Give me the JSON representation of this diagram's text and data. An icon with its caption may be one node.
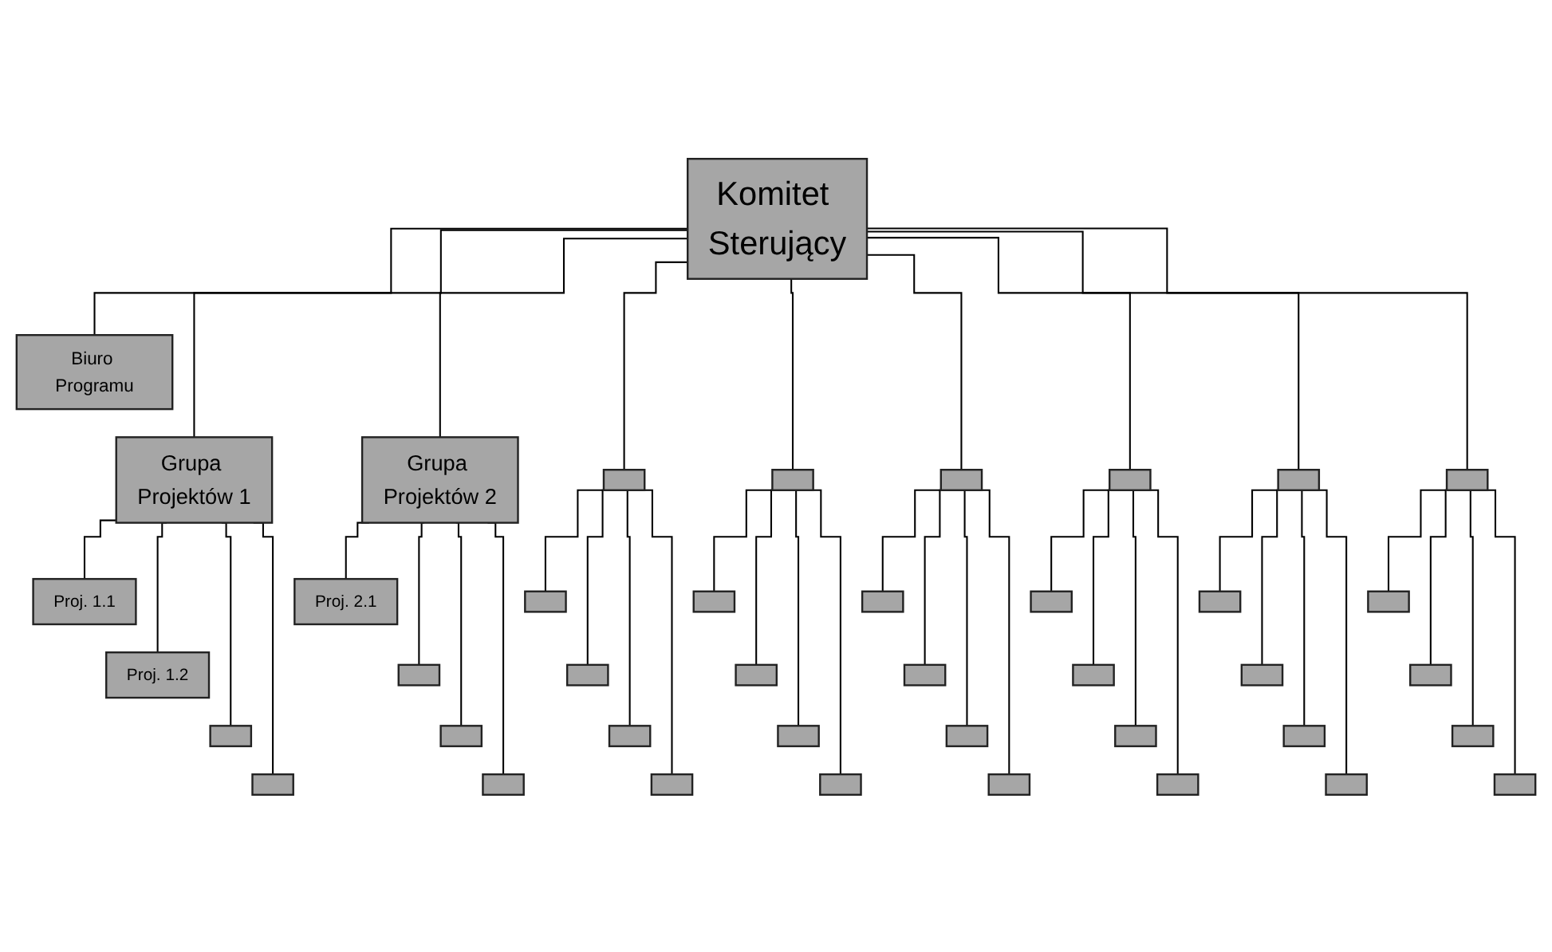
{
  "diagram": {
    "nodes": [
      {
        "text": [
          "Komitet Sterujący"
        ]
      },
      {
        "text": [
          "Biuro Programu"
        ]
      },
      {
        "text": [
          "Grupa Projektów 1"
        ]
      },
      {
        "text": [
          "Grupa Projektów 2"
        ]
      },
      {
        "text": [],
        "shape": "box"
      },
      {
        "text": [],
        "shape": "box"
      },
      {
        "text": [],
        "shape": "box"
      },
      {
        "text": [],
        "shape": "box"
      },
      {
        "text": [],
        "shape": "box"
      },
      {
        "text": [],
        "shape": "box"
      },
      {
        "text": [
          "Proj. 1.1"
        ]
      },
      {
        "text": [
          "Proj. 2.1"
        ]
      },
      {
        "text": [],
        "shape": "box"
      },
      {
        "text": [],
        "shape": "box"
      },
      {
        "text": [],
        "shape": "box"
      },
      {
        "text": [],
        "shape": "box"
      },
      {
        "text": [],
        "shape": "box"
      },
      {
        "text": [],
        "shape": "box"
      },
      {
        "text": [
          "Proj. 1.2"
        ]
      },
      {
        "text": [],
        "shape": "box"
      },
      {
        "text": [],
        "shape": "box"
      },
      {
        "text": [],
        "shape": "box"
      },
      {
        "text": [],
        "shape": "box"
      },
      {
        "text": [],
        "shape": "box"
      },
      {
        "text": [],
        "shape": "box"
      },
      {
        "text": [],
        "shape": "box"
      },
      {
        "text": [],
        "shape": "box"
      },
      {
        "text": [],
        "shape": "box"
      },
      {
        "text": [],
        "shape": "box"
      },
      {
        "text": [],
        "shape": "box"
      },
      {
        "text": [],
        "shape": "box"
      },
      {
        "text": [],
        "shape": "box"
      },
      {
        "text": [],
        "shape": "box"
      },
      {
        "text": [],
        "shape": "box"
      },
      {
        "text": [],
        "shape": "box"
      },
      {
        "text": [],
        "shape": "box"
      },
      {
        "text": [],
        "shape": "box"
      },
      {
        "text": [],
        "shape": "box"
      },
      {
        "text": [],
        "shape": "box"
      },
      {
        "text": [],
        "shape": "box"
      },
      {
        "text": [],
        "shape": "box"
      },
      {
        "text": [],
        "shape": "box"
      }
    ],
    "edges": [
      {
        "from": 0,
        "to": 1,
        "arrow": "none"
      },
      {
        "from": 0,
        "to": 2,
        "arrow": "none"
      },
      {
        "from": 0,
        "to": 3,
        "arrow": "none"
      },
      {
        "from": 0,
        "to": 4,
        "arrow": "none"
      },
      {
        "from": 0,
        "to": 5,
        "arrow": "none"
      },
      {
        "from": 0,
        "to": 6,
        "arrow": "none"
      },
      {
        "from": 0,
        "to": 7,
        "arrow": "none"
      },
      {
        "from": 0,
        "to": 8,
        "arrow": "none"
      },
      {
        "from": 0,
        "to": 9,
        "arrow": "none"
      },
      {
        "from": 2,
        "to": 10,
        "arrow": "none"
      },
      {
        "from": 2,
        "to": 18,
        "arrow": "none"
      },
      {
        "from": 2,
        "to": 26,
        "arrow": "none"
      },
      {
        "from": 2,
        "to": 34,
        "arrow": "none"
      },
      {
        "from": 3,
        "to": 11,
        "arrow": "none"
      },
      {
        "from": 3,
        "to": 19,
        "arrow": "none"
      },
      {
        "from": 3,
        "to": 27,
        "arrow": "none"
      },
      {
        "from": 3,
        "to": 35,
        "arrow": "none"
      },
      {
        "from": 4,
        "to": 12,
        "arrow": "none"
      },
      {
        "from": 4,
        "to": 20,
        "arrow": "none"
      },
      {
        "from": 4,
        "to": 28,
        "arrow": "none"
      },
      {
        "from": 4,
        "to": 36,
        "arrow": "none"
      },
      {
        "from": 5,
        "to": 13,
        "arrow": "none"
      },
      {
        "from": 5,
        "to": 21,
        "arrow": "none"
      },
      {
        "from": 5,
        "to": 29,
        "arrow": "none"
      },
      {
        "from": 5,
        "to": 37,
        "arrow": "none"
      },
      {
        "from": 6,
        "to": 14,
        "arrow": "none"
      },
      {
        "from": 6,
        "to": 22,
        "arrow": "none"
      },
      {
        "from": 6,
        "to": 30,
        "arrow": "none"
      },
      {
        "from": 6,
        "to": 38,
        "arrow": "none"
      },
      {
        "from": 7,
        "to": 15,
        "arrow": "none"
      },
      {
        "from": 7,
        "to": 23,
        "arrow": "none"
      },
      {
        "from": 7,
        "to": 31,
        "arrow": "none"
      },
      {
        "from": 7,
        "to": 39,
        "arrow": "none"
      },
      {
        "from": 8,
        "to": 16,
        "arrow": "none"
      },
      {
        "from": 8,
        "to": 24,
        "arrow": "none"
      },
      {
        "from": 8,
        "to": 32,
        "arrow": "none"
      },
      {
        "from": 8,
        "to": 40,
        "arrow": "none"
      },
      {
        "from": 9,
        "to": 17,
        "arrow": "none"
      },
      {
        "from": 9,
        "to": 25,
        "arrow": "none"
      },
      {
        "from": 9,
        "to": 33,
        "arrow": "none"
      },
      {
        "from": 9,
        "to": 41,
        "arrow": "none"
      }
    ]
  }
}
